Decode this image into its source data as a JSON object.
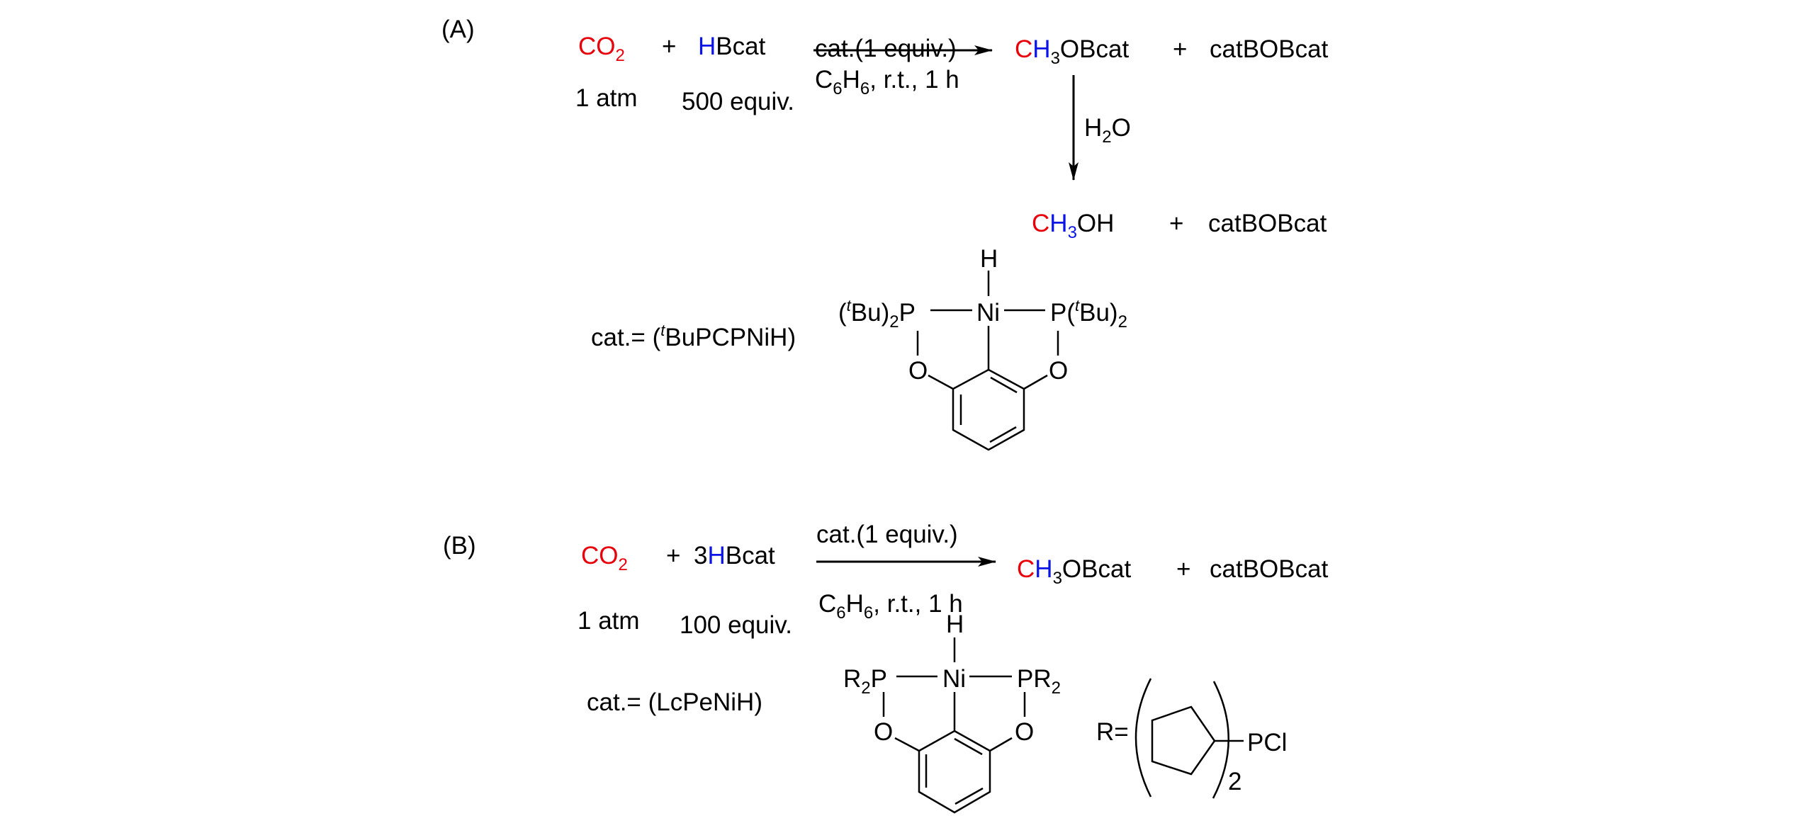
{
  "colors": {
    "carbon_highlight": "#e8000b",
    "hydrogen_highlight": "#0a14e6",
    "text": "#000000"
  },
  "scheme_a": {
    "label": "(A)",
    "reactant1": {
      "main": "CO",
      "sub": "2",
      "note": "1 atm"
    },
    "plus1": "+",
    "reactant2": {
      "h": "H",
      "rest": "Bcat",
      "note": "500 equiv."
    },
    "arrow_top": "cat.(1 equiv.)",
    "arrow_bottom": {
      "c": "C",
      "c_sub": "6",
      "h": "H",
      "h_sub": "6",
      "rest": ", r.t., 1 h"
    },
    "product1": {
      "c": "C",
      "h": "H",
      "sub": "3",
      "rest": "OBcat"
    },
    "plus2": "+",
    "product2": "catBOBcat",
    "hydrolysis_reagent": {
      "h": "H",
      "sub": "2",
      "o": "O"
    },
    "final_product1": {
      "c": "C",
      "h": "H",
      "sub": "3",
      "rest": "OH"
    },
    "plus3": "+",
    "final_product2": "catBOBcat",
    "catalyst_label": {
      "prefix": "cat.= (",
      "sup": "t",
      "rest": "BuPCPNiH)"
    },
    "catalyst_structure": {
      "metal": "Ni",
      "hydride": "H",
      "left_p": {
        "open": "(",
        "sup": "t",
        "bu": "Bu)",
        "sub": "2",
        "p": "P"
      },
      "right_p": {
        "p": "P(",
        "sup": "t",
        "bu": "Bu)",
        "sub": "2"
      },
      "oxygen": "O"
    }
  },
  "scheme_b": {
    "label": "(B)",
    "reactant1": {
      "main": "CO",
      "sub": "2",
      "note": "1 atm"
    },
    "plus1": "+",
    "reactant2": {
      "coef": "3",
      "h": "H",
      "rest": "Bcat",
      "note": "100 equiv."
    },
    "arrow_top": "cat.(1 equiv.)",
    "arrow_bottom": {
      "c": "C",
      "c_sub": "6",
      "h": "H",
      "h_sub": "6",
      "rest": ", r.t., 1 h"
    },
    "product1": {
      "c": "C",
      "h": "H",
      "sub": "3",
      "rest": "OBcat"
    },
    "plus2": "+",
    "product2": "catBOBcat",
    "catalyst_label": "cat.= (LcPeNiH)",
    "catalyst_structure": {
      "metal": "Ni",
      "hydride": "H",
      "left_p": {
        "r": "R",
        "sub": "2",
        "p": "P"
      },
      "right_p": {
        "p": "PR",
        "sub": "2"
      },
      "oxygen": "O"
    },
    "r_group": {
      "label": "R=",
      "multiplier": "2",
      "attached": "PCl"
    }
  }
}
